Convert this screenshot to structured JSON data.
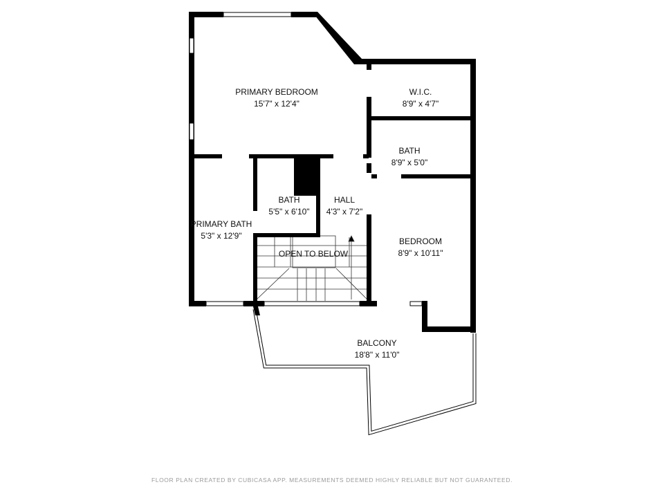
{
  "rooms": [
    {
      "name": "PRIMARY BEDROOM",
      "size": "15'7\" x 12'4\""
    },
    {
      "name": "W.I.C.",
      "size": "8'9\" x 4'7\""
    },
    {
      "name": "BATH",
      "size": "8'9\" x 5'0\""
    },
    {
      "name": "BATH",
      "size": "5'5\" x 6'10\""
    },
    {
      "name": "HALL",
      "size": "4'3\" x 7'2\""
    },
    {
      "name": "PRIMARY BATH",
      "size": "5'3\" x 12'9\""
    },
    {
      "name": "BEDROOM",
      "size": "8'9\" x 10'11\""
    },
    {
      "name": "BALCONY",
      "size": "18'8\" x 11'0\""
    }
  ],
  "open_area_label": "OPEN TO BELOW",
  "footer": "FLOOR PLAN CREATED BY CUBICASA APP. MEASUREMENTS DEEMED HIGHLY RELIABLE BUT NOT GUARANTEED.",
  "colors": {
    "wall": "#000000",
    "footer_text": "#9a9a9a"
  }
}
